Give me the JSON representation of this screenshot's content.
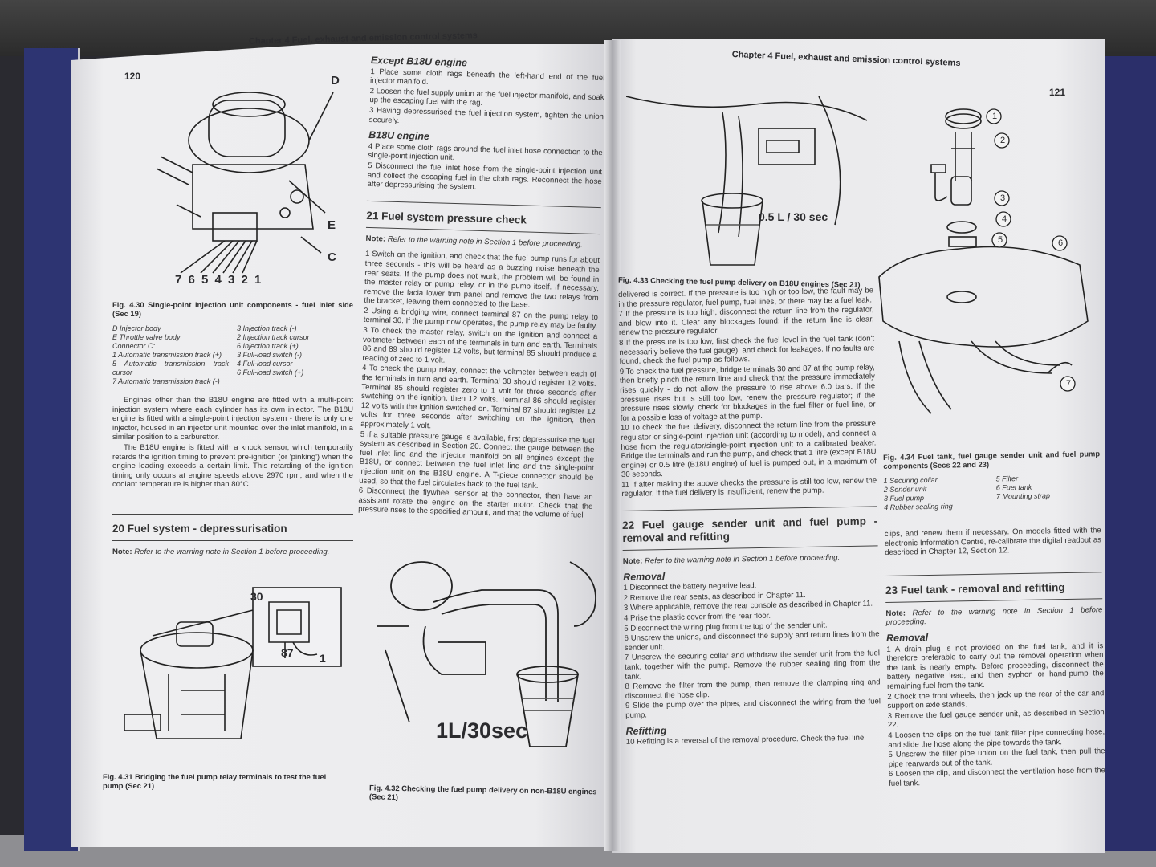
{
  "left_page": {
    "page_number": "120",
    "header": "Chapter 4   Fuel, exhaust and emission control systems",
    "fig_4_30": {
      "labels": [
        "D",
        "E",
        "C",
        "7 6 5 4 3 2 1"
      ],
      "caption": "Fig. 4.30 Single-point injection unit components - fuel inlet side (Sec 19)",
      "legend_left": [
        "D   Injector body",
        "E   Throttle valve body",
        "Connector C:",
        "1   Automatic transmission track (+)",
        "5   Automatic transmission track cursor",
        "7   Automatic transmission track (-)"
      ],
      "legend_right": [
        "3   Injection track (-)",
        "2   Injection track cursor",
        "6   Injection track (+)",
        "3   Full-load switch (-)",
        "4   Full-load cursor",
        "6   Full-load switch (+)"
      ]
    },
    "intro_paragraphs": [
      "Engines other than the B18U engine are fitted with a multi-point injection system where each cylinder has its own injector. The B18U engine is fitted with a single-point injection system - there is only one injector, housed in an injector unit mounted over the inlet manifold, in a similar position to a carburettor.",
      "The B18U engine is fitted with a knock sensor, which temporarily retards the ignition timing to prevent pre-ignition (or 'pinking') when the engine loading exceeds a certain limit. This retarding of the ignition timing only occurs at engine speeds above 2970 rpm, and when the coolant temperature is higher than 80°C."
    ],
    "section_20": {
      "title": "20   Fuel system - depressurisation",
      "note_label": "Note:",
      "note": "Refer to the warning note in Section 1 before proceeding."
    },
    "fig_4_31": {
      "labels": [
        "30",
        "87",
        "1"
      ],
      "caption": "Fig. 4.31 Bridging the fuel pump relay terminals to test the fuel pump (Sec 21)"
    },
    "col2": {
      "except_heading": "Except B18U engine",
      "except_items": [
        "1   Place some cloth rags beneath the left-hand end of the fuel injector manifold.",
        "2   Loosen the fuel supply union at the fuel injector manifold, and soak up the escaping fuel with the rag.",
        "3   Having depressurised the fuel injection system, tighten the union securely."
      ],
      "b18u_heading": "B18U engine",
      "b18u_items": [
        "4   Place some cloth rags around the fuel inlet hose connection to the single-point injection unit.",
        "5   Disconnect the fuel inlet hose from the single-point injection unit and collect the escaping fuel in the cloth rags. Reconnect the hose after depressurising the system."
      ],
      "section_21_title": "21   Fuel system pressure check",
      "note_label": "Note:",
      "note": "Refer to the warning note in Section 1 before proceeding.",
      "items": [
        "1   Switch on the ignition, and check that the fuel pump runs for about three seconds - this will be heard as a buzzing noise beneath the rear seats. If the pump does not work, the problem will be found in the master relay or pump relay, or in the pump itself. If necessary, remove the facia lower trim panel and remove the two relays from the bracket, leaving them connected to the base.",
        "2   Using a bridging wire, connect terminal 87 on the pump relay to terminal 30. If the pump now operates, the pump relay may be faulty.",
        "3   To check the master relay, switch on the ignition and connect a voltmeter between each of the terminals in turn and earth. Terminals 86 and 89 should register 12 volts, but terminal 85 should produce a reading of zero to 1 volt.",
        "4   To check the pump relay, connect the voltmeter between each of the terminals in turn and earth. Terminal 30 should register 12 volts. Terminal 85 should register zero to 1 volt for three seconds after switching on the ignition, then 12 volts. Terminal 86 should register 12 volts with the ignition switched on. Terminal 87 should register 12 volts for three seconds after switching on the ignition, then approximately 1 volt.",
        "5   If a suitable pressure gauge is available, first depressurise the fuel system as described in Section 20. Connect the gauge between the fuel inlet line and the injector manifold on all engines except the B18U, or connect between the fuel inlet line and the single-point injection unit on the B18U engine. A T-piece connector should be used, so that the fuel circulates back to the fuel tank.",
        "6   Disconnect the flywheel sensor at the connector, then have an assistant rotate the engine on the starter motor. Check that the pressure rises to the specified amount, and that the volume of fuel"
      ],
      "fig_4_32_label": "1L/30sec",
      "fig_4_32_caption": "Fig. 4.32 Checking the fuel pump delivery on non-B18U engines (Sec 21)"
    }
  },
  "right_page": {
    "page_number": "121",
    "header": "Chapter 4   Fuel, exhaust and emission control systems",
    "fig_4_33": {
      "label": "0.5 L / 30 sec",
      "caption": "Fig. 4.33 Checking the fuel pump delivery on B18U engines (Sec 21)"
    },
    "col1_items": [
      "delivered is correct. If the pressure is too high or too low, the fault may be in the pressure regulator, fuel pump, fuel lines, or there may be a fuel leak.",
      "7   If the pressure is too high, disconnect the return line from the regulator, and blow into it. Clear any blockages found; if the return line is clear, renew the pressure regulator.",
      "8   If the pressure is too low, first check the fuel level in the fuel tank (don't necessarily believe the fuel gauge), and check for leakages. If no faults are found, check the fuel pump as follows.",
      "9   To check the fuel pressure, bridge terminals 30 and 87 at the pump relay, then briefly pinch the return line and check that the pressure immediately rises quickly - do not allow the pressure to rise above 6.0 bars. If the pressure rises but is still too low, renew the pressure regulator; if the pressure rises slowly, check for blockages in the fuel filter or fuel line, or for a possible loss of voltage at the pump.",
      "10   To check the fuel delivery, disconnect the return line from the pressure regulator or single-point injection unit (according to model), and connect a hose from the regulator/single-point injection unit to a calibrated beaker. Bridge the terminals and run the pump, and check that 1 litre (except B18U engine) or 0.5 litre (B18U engine) of fuel is pumped out, in a maximum of 30 seconds.",
      "11   If after making the above checks the pressure is still too low, renew the regulator. If the fuel delivery is insufficient, renew the pump."
    ],
    "section_22": {
      "title": "22   Fuel gauge sender unit and fuel pump - removal and refitting",
      "note_label": "Note:",
      "note": "Refer to the warning note in Section 1 before proceeding.",
      "removal_heading": "Removal",
      "removal_items": [
        "1   Disconnect the battery negative lead.",
        "2   Remove the rear seats, as described in Chapter 11.",
        "3   Where applicable, remove the rear console as described in Chapter 11.",
        "4   Prise the plastic cover from the rear floor.",
        "5   Disconnect the wiring plug from the top of the sender unit.",
        "6   Unscrew the unions, and disconnect the supply and return lines from the sender unit.",
        "7   Unscrew the securing collar and withdraw the sender unit from the fuel tank, together with the pump. Remove the rubber sealing ring from the tank.",
        "8   Remove the filter from the pump, then remove the clamping ring and disconnect the hose clip.",
        "9   Slide the pump over the pipes, and disconnect the wiring from the fuel pump."
      ],
      "refitting_heading": "Refitting",
      "refitting_items": [
        "10   Refitting is a reversal of the removal procedure. Check the fuel line"
      ]
    },
    "fig_4_34": {
      "callouts": [
        "1",
        "2",
        "3",
        "4",
        "5",
        "6",
        "7"
      ],
      "caption": "Fig. 4.34 Fuel tank, fuel gauge sender unit and fuel pump components (Secs 22 and 23)",
      "legend_left": [
        "1   Securing collar",
        "2   Sender unit",
        "3   Fuel pump",
        "4   Rubber sealing ring"
      ],
      "legend_right": [
        "5   Filter",
        "6   Fuel tank",
        "7   Mounting strap"
      ]
    },
    "continuation": "clips, and renew them if necessary. On models fitted with the electronic Information Centre, re-calibrate the digital readout as described in Chapter 12, Section 12.",
    "section_23": {
      "title": "23   Fuel tank - removal and refitting",
      "note_label": "Note:",
      "note": "Refer to the warning note in Section 1 before proceeding.",
      "removal_heading": "Removal",
      "removal_items": [
        "1   A drain plug is not provided on the fuel tank, and it is therefore preferable to carry out the removal operation when the tank is nearly empty. Before proceeding, disconnect the battery negative lead, and then syphon or hand-pump the remaining fuel from the tank.",
        "2   Chock the front wheels, then jack up the rear of the car and support on axle stands.",
        "3   Remove the fuel gauge sender unit, as described in Section 22.",
        "4   Loosen the clips on the fuel tank filler pipe connecting hose, and slide the hose along the pipe towards the tank.",
        "5   Unscrew the filler pipe union on the fuel tank, then pull the pipe rearwards out of the tank.",
        "6   Loosen the clip, and disconnect the ventilation hose from the fuel tank."
      ]
    }
  }
}
